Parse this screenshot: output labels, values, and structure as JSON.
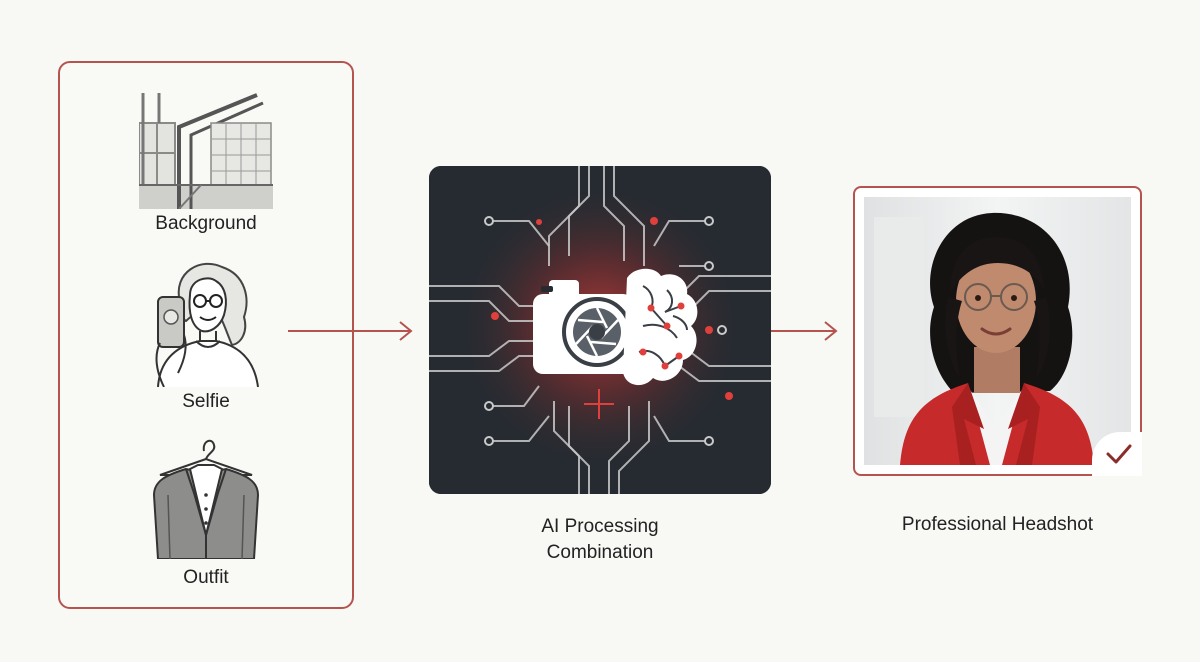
{
  "inputs": {
    "background_label": "Background",
    "selfie_label": "Selfie",
    "outfit_label": "Outfit"
  },
  "processing": {
    "caption_line1": "AI Processing",
    "caption_line2": "Combination"
  },
  "result": {
    "caption": "Professional Headshot"
  },
  "icons": {
    "background": "building-interior-icon",
    "selfie": "selfie-person-icon",
    "outfit": "suit-on-hanger-icon",
    "processing": "camera-brain-circuit-icon",
    "result_status": "check-icon"
  },
  "colors": {
    "accent": "#b5544f",
    "processing_bg": "#252b31",
    "glow": "#e0403c",
    "jacket": "#c62a2a"
  }
}
